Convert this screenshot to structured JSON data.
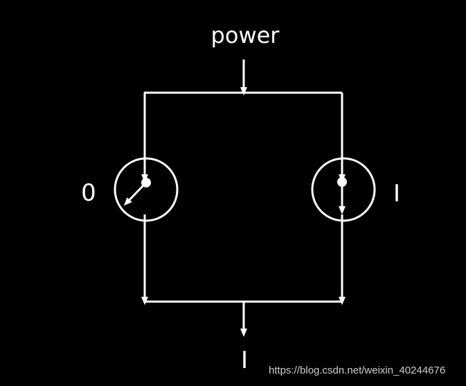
{
  "labels": {
    "input": "power",
    "left_switch_state": "0",
    "right_switch_state": "I",
    "output": "I"
  },
  "watermark": "https://blog.csdn.net/weixin_40244676",
  "colors": {
    "background": "#000000",
    "foreground": "#ffffff"
  }
}
